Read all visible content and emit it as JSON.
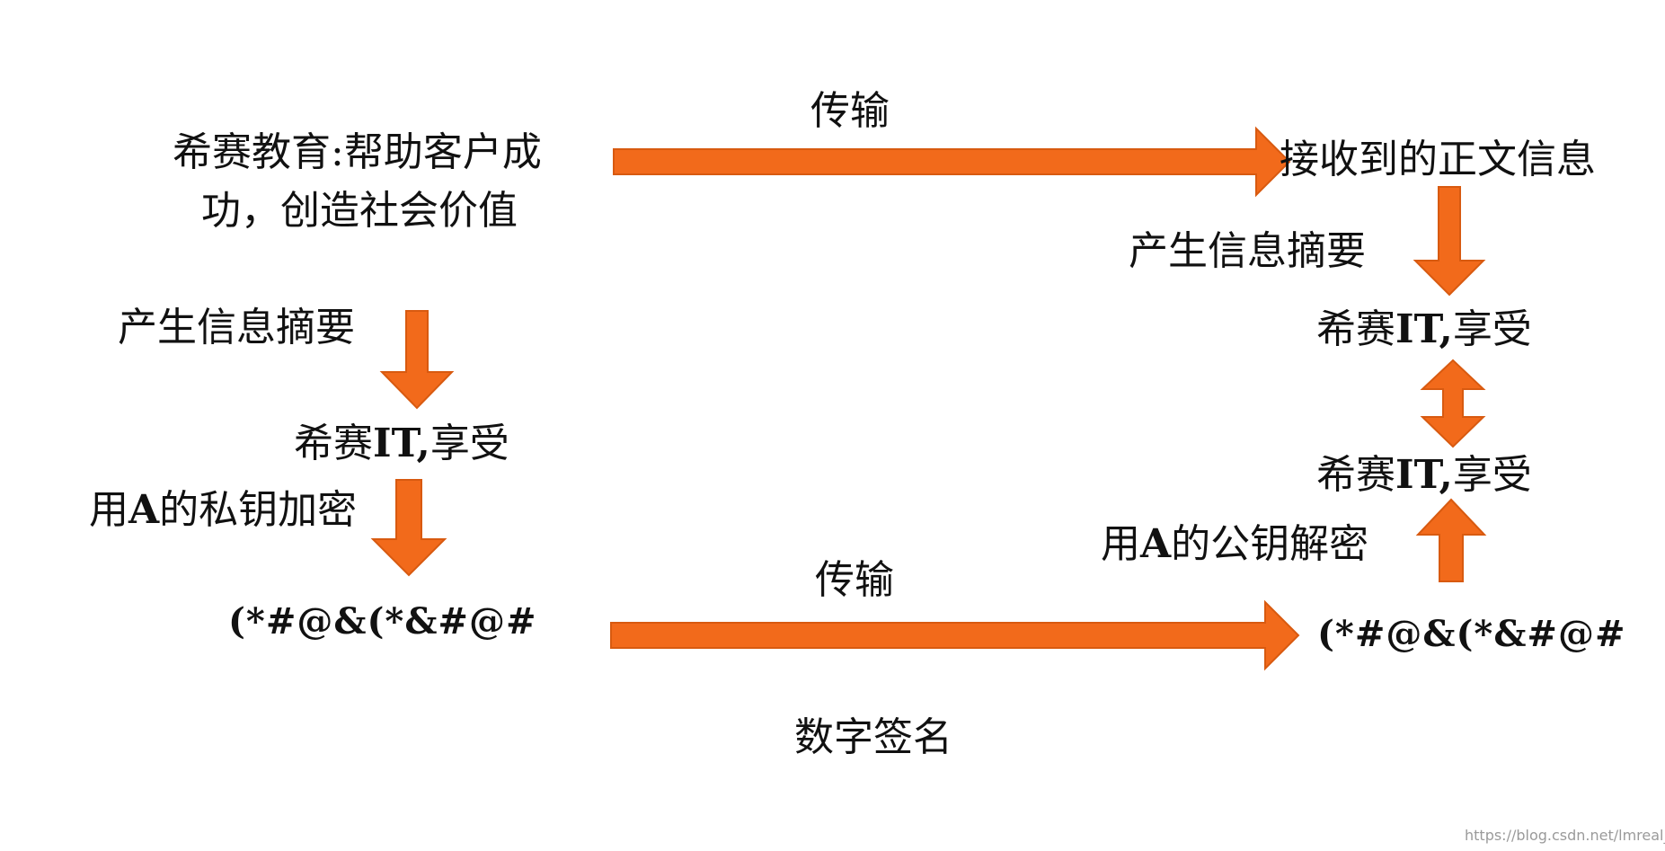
{
  "colors": {
    "arrow_fill": "#F26A1B",
    "arrow_stroke": "#D85A10",
    "text": "#111111"
  },
  "left": {
    "original_message_line1": "希赛教育:帮助客户成",
    "original_message_line2": "功，创造社会价值",
    "digest_step_label": "产生信息摘要",
    "digest_text_prefix": "希赛",
    "digest_text_bold": "IT,",
    "digest_text_suffix": "享受",
    "encrypt_step_label_prefix": "用",
    "encrypt_step_label_bold": "A",
    "encrypt_step_label_suffix": "的私钥加密",
    "ciphertext": "(*#@&(*&#@#"
  },
  "right": {
    "received_text": "接收到的正文信息",
    "digest_step_label": "产生信息摘要",
    "computed_digest_prefix": "希赛",
    "computed_digest_bold": "IT,",
    "computed_digest_suffix": "享受",
    "decrypted_digest_prefix": "希赛",
    "decrypted_digest_bold": "IT,",
    "decrypted_digest_suffix": "享受",
    "decrypt_step_label_prefix": "用",
    "decrypt_step_label_bold": "A",
    "decrypt_step_label_suffix": "的公钥解密",
    "ciphertext": "(*#@&(*&#@#"
  },
  "transfer_top_label": "传输",
  "transfer_bottom_label": "传输",
  "caption": "数字签名",
  "watermark": "https://blog.csdn.net/lmreal_"
}
